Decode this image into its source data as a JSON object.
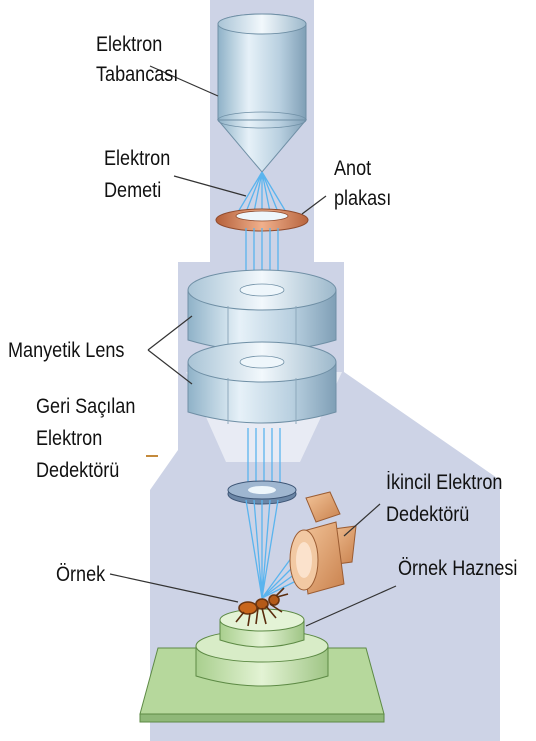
{
  "labels": {
    "electron_gun": [
      "Elektron",
      "Tabancası"
    ],
    "electron_beam": [
      "Elektron",
      "Demeti"
    ],
    "anode_plate": [
      "Anot",
      "plakası"
    ],
    "magnetic_lens": "Manyetik Lens",
    "backscatter_detector": [
      "Geri Saçılan",
      "Elektron",
      "Dedektörü"
    ],
    "secondary_detector": [
      "İkincil Elektron",
      "Dedektörü"
    ],
    "specimen_chamber": "Örnek Haznesi",
    "specimen": "Örnek"
  },
  "colors": {
    "column_background": "#cdd3e6",
    "metal_blue": "#b7cfe0",
    "anode_copper": "#d98a5c",
    "detector_orange": "#e0a06a",
    "beam_blue": "#5ab4ee",
    "stage_green": "#c9e4b2",
    "text": "#111111"
  }
}
